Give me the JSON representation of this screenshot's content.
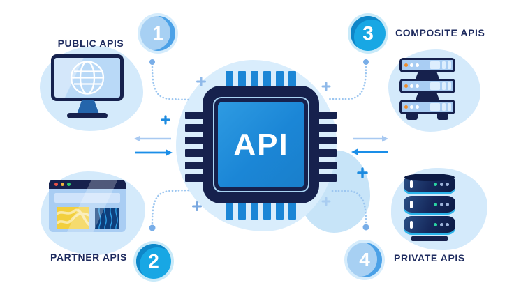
{
  "diagram": {
    "chip": {
      "label": "API"
    },
    "nodes": [
      {
        "number": "1",
        "label": "PUBLIC APIS",
        "icon": "monitor-globe-icon",
        "position": "top-left",
        "badge_style": "light-blue"
      },
      {
        "number": "2",
        "label": "PARTNER APIS",
        "icon": "browser-window-icon",
        "position": "bottom-left",
        "badge_style": "cyan"
      },
      {
        "number": "3",
        "label": "COMPOSITE APIS",
        "icon": "server-rack-icon",
        "position": "top-right",
        "badge_style": "cyan"
      },
      {
        "number": "4",
        "label": "PRIVATE APIS",
        "icon": "database-stack-icon",
        "position": "bottom-right",
        "badge_style": "light-blue"
      }
    ],
    "colors": {
      "navy": "#16214d",
      "label_text": "#1d2a5e",
      "chip_blue": "#1b86d6",
      "cyan_badge": "#18a7e4",
      "cyan_badge_shade": "#0e86c8",
      "light_badge": "#a7d0f3",
      "light_badge_shade": "#4ba1e7",
      "halo_light": "#d5ecfc",
      "halo_cyan": "#c9eaf9",
      "blob_light_blue": "#d4eafb",
      "arrow_bright": "#1a8ee8",
      "arrow_light": "#a8c9f1",
      "connector_dotted": "#9cc6f0",
      "orange_dot": "#ef8c2a",
      "yellow_panel": "#f2cf3e",
      "green_dot": "#2bd3a1",
      "red_dot": "#e85245",
      "db_rim_cyan": "#2ab4ea"
    }
  }
}
